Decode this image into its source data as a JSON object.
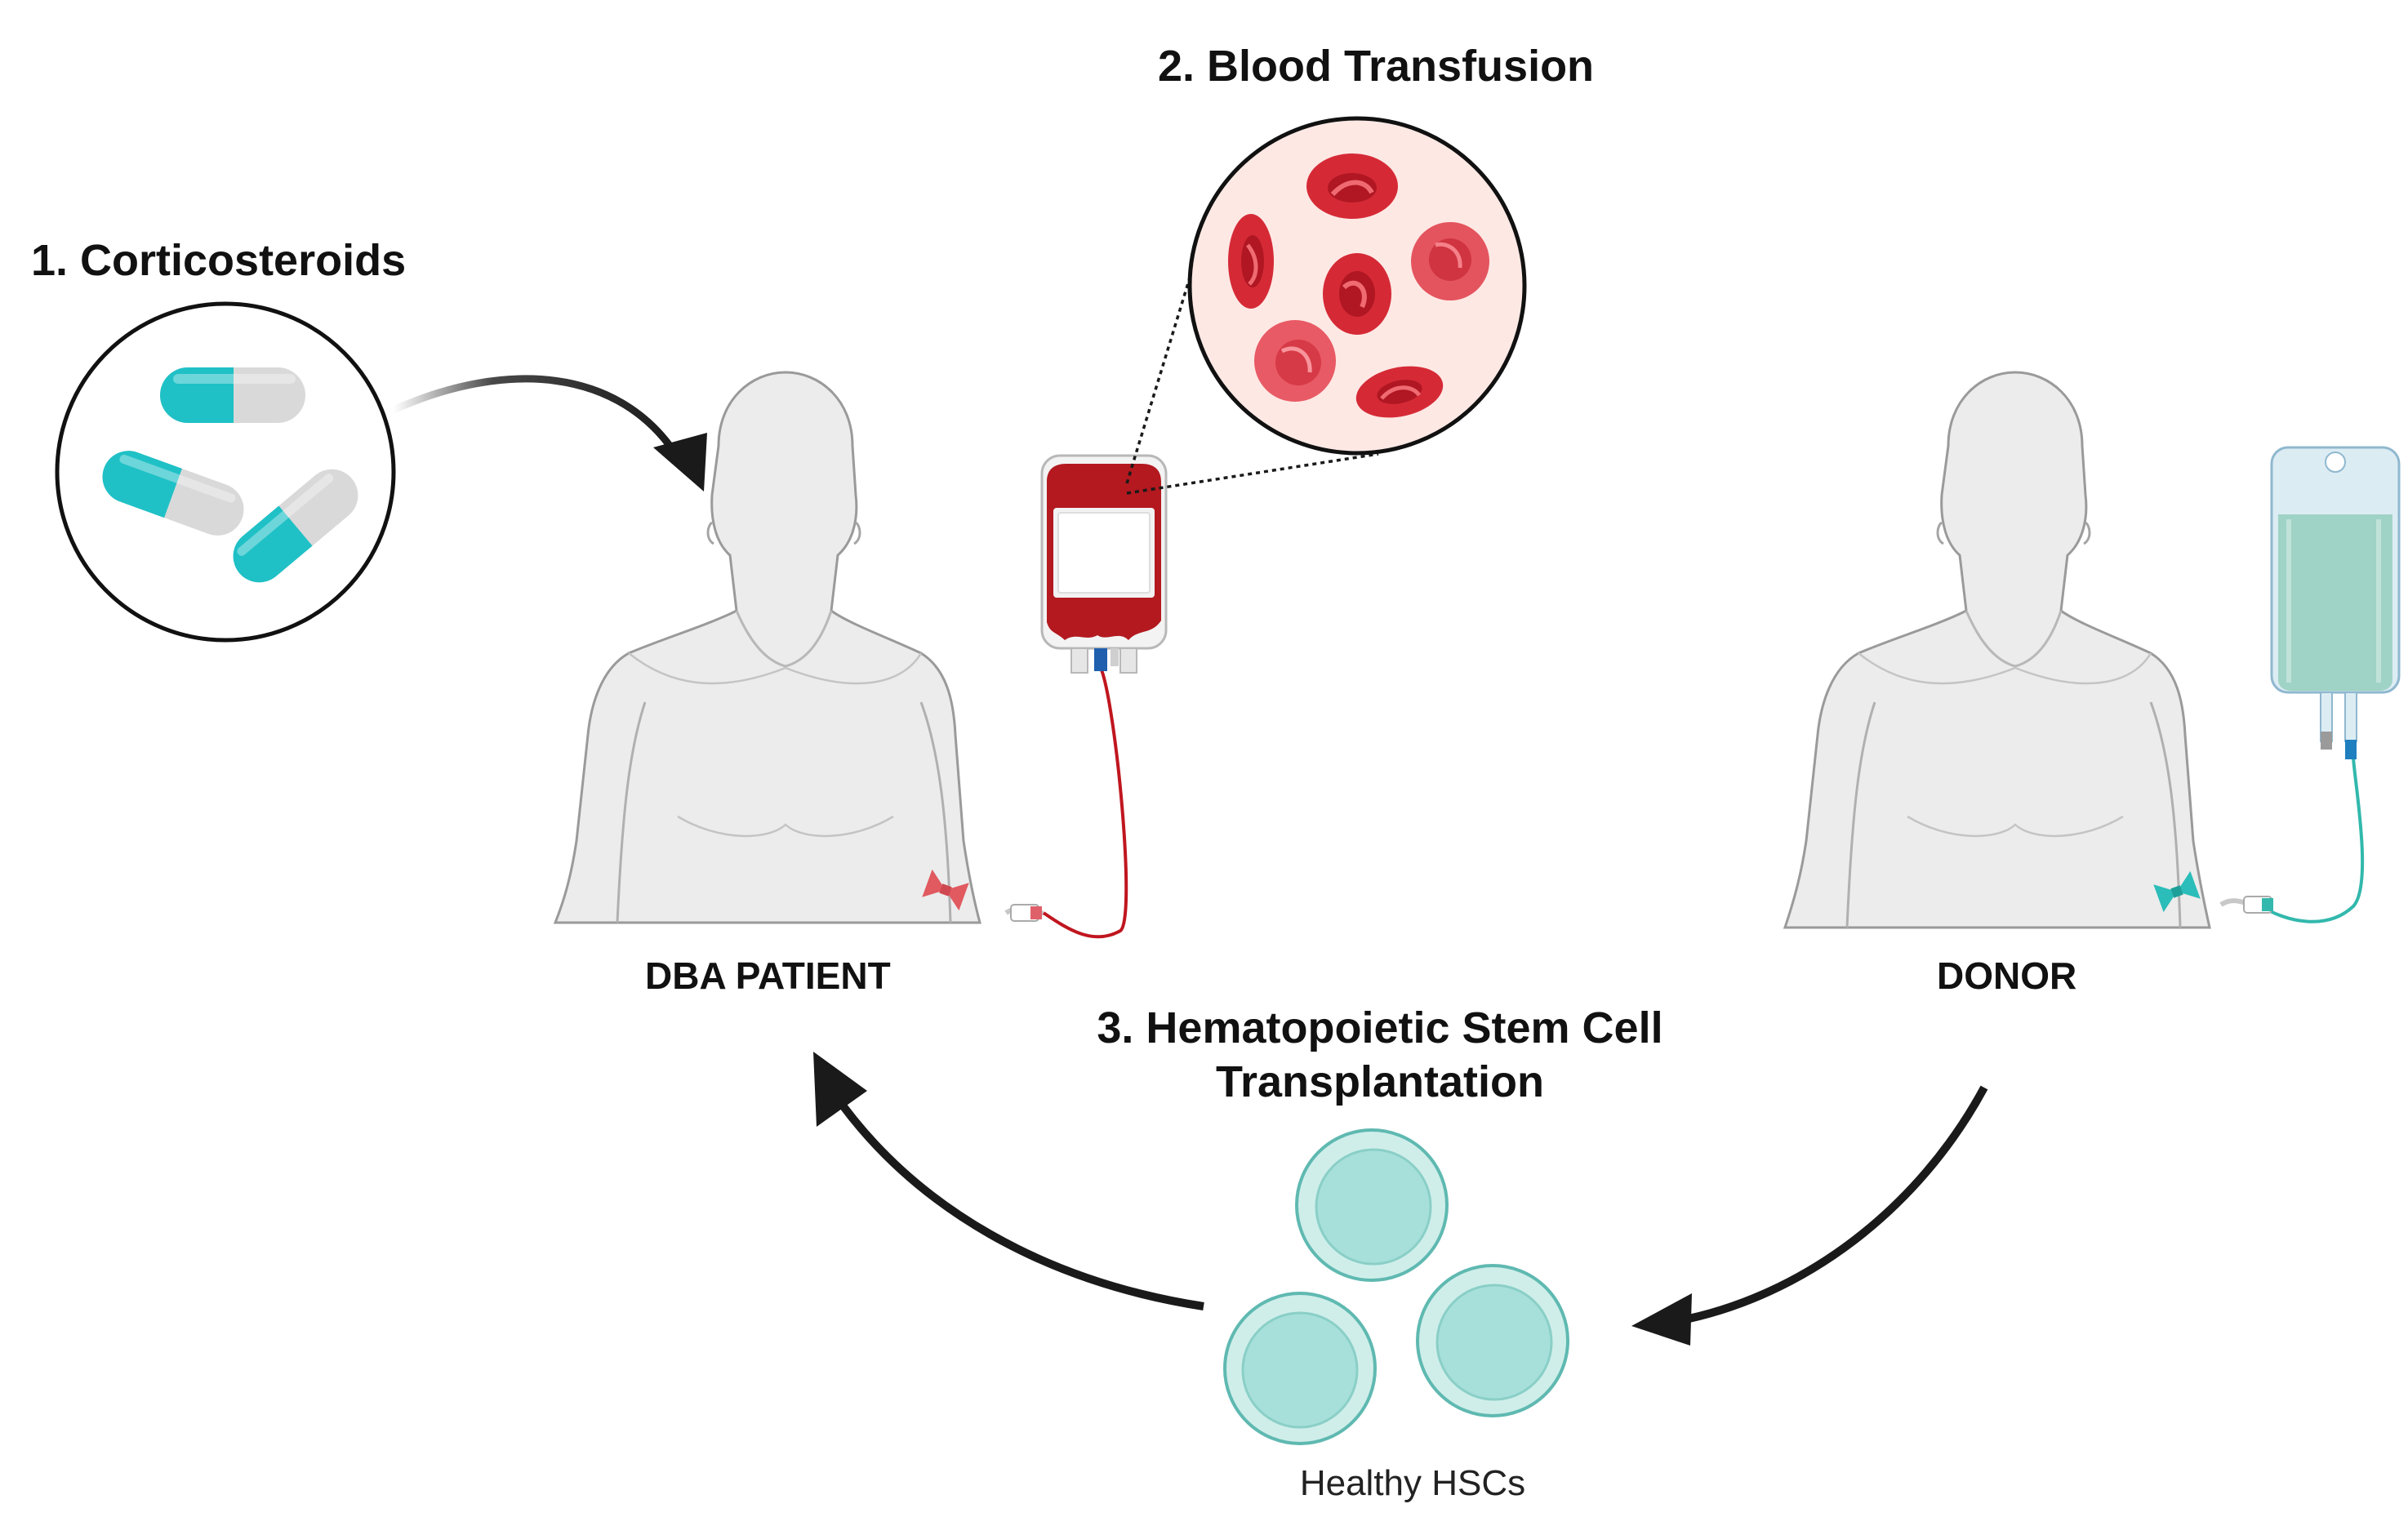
{
  "steps": {
    "corticosteroids": "1.  Corticosteroids",
    "transfusion": "2. Blood Transfusion",
    "hsct": "3. Hematopoietic Stem Cell Transplantation"
  },
  "people": {
    "patient": "DBA PATIENT",
    "donor": "DONOR"
  },
  "cells_label": "Healthy HSCs",
  "colors": {
    "pill_teal": "#1fc1c6",
    "pill_grey": "#d8d8d8",
    "blood_red": "#b3191f",
    "rbc_red": "#e03a45",
    "rbc_bg": "#fde8e4",
    "hsc_teal": "#a7e0da",
    "iv_fluid": "#9fd3c5",
    "body_grey": "#ececec",
    "arrow": "#1a1a1a"
  }
}
